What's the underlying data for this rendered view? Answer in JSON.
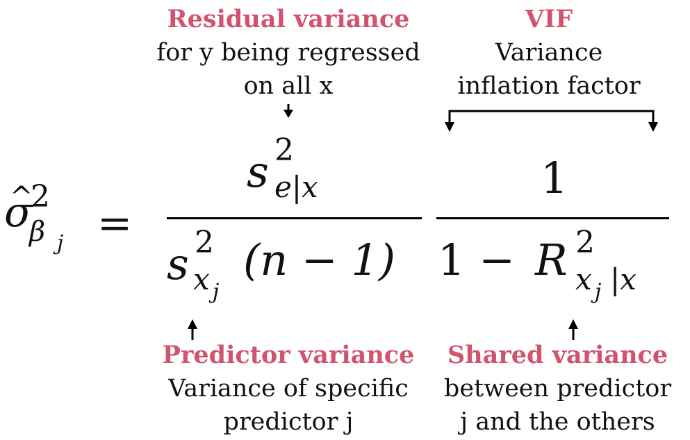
{
  "colors": {
    "accent": "#d1536e",
    "text": "#111111"
  },
  "annotations": {
    "residual": {
      "title": "Residual variance",
      "lines": [
        "for y being regressed",
        "on all x"
      ]
    },
    "vif": {
      "title": "VIF",
      "lines": [
        "Variance",
        "inflation factor"
      ]
    },
    "predictor": {
      "title": "Predictor variance",
      "lines": [
        "Variance of specific",
        "predictor j"
      ]
    },
    "shared": {
      "title": "Shared variance",
      "lines": [
        "between predictor",
        "j and the others"
      ]
    }
  },
  "formula": {
    "lhs": {
      "symbol": "σ",
      "hat": "^",
      "superscript": "2",
      "subscript_base": "β",
      "subscript_index": "j"
    },
    "equals": "=",
    "fraction1": {
      "numerator": {
        "symbol": "s",
        "superscript": "2",
        "subscript": "e|x"
      },
      "denominator": {
        "symbol": "s",
        "superscript": "2",
        "subscript_base": "x",
        "subscript_index": "j",
        "factor": "(n − 1)"
      }
    },
    "fraction2": {
      "numerator": "1",
      "denominator": {
        "prefix": "1 −",
        "symbol": "R",
        "superscript": "2",
        "subscript_base": "x",
        "subscript_index": "j",
        "subscript_rest": "|x"
      }
    }
  }
}
